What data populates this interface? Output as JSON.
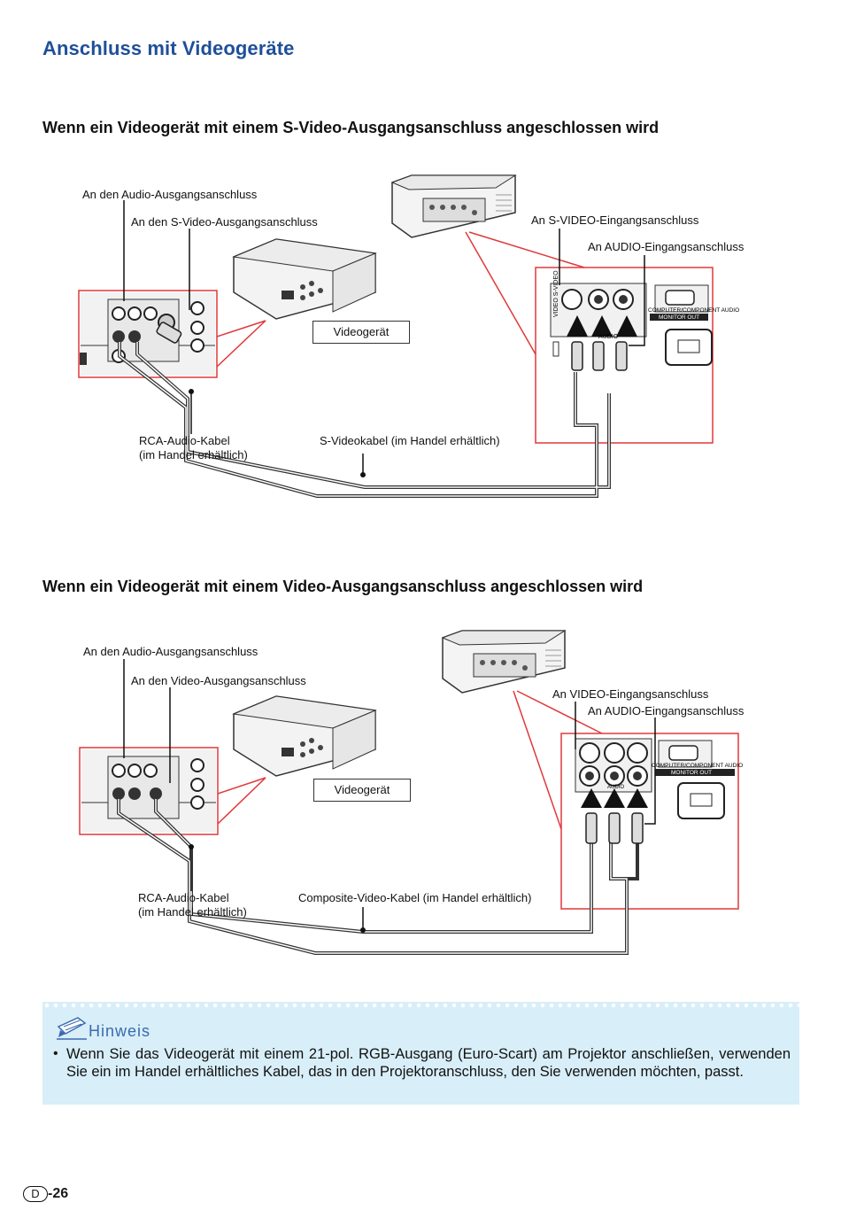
{
  "page": {
    "title": "Anschluss mit Videogeräte",
    "page_letter": "D",
    "page_number": "-26"
  },
  "section1": {
    "heading": "Wenn ein Videogerät mit einem S-Video-Ausgangsanschluss angeschlossen wird",
    "labels": {
      "audio_out": "An den Audio-Ausgangsanschluss",
      "video_out": "An den S-Video-Ausgangsanschluss",
      "video_in": "An S-VIDEO-Eingangsanschluss",
      "audio_in": "An AUDIO-Eingangsanschluss",
      "device": "Videogerät",
      "rca_cable_1": "RCA-Audio-Kabel",
      "rca_cable_2": "(im Handel erhältlich)",
      "video_cable": "S-Videokabel (im Handel erhältlich)"
    },
    "panel_text": {
      "vert": "VIDEO S-VIDEO",
      "computer": "COMPUTER/COMPONENT  AUDIO",
      "monitor": "MONITOR OUT",
      "audio": "AUDIO"
    }
  },
  "section2": {
    "heading": "Wenn ein Videogerät mit einem Video-Ausgangsanschluss angeschlossen wird",
    "labels": {
      "audio_out": "An den Audio-Ausgangsanschluss",
      "video_out": "An den Video-Ausgangsanschluss",
      "video_in": "An VIDEO-Eingangsanschluss",
      "audio_in": "An AUDIO-Eingangsanschluss",
      "device": "Videogerät",
      "rca_cable_1": "RCA-Audio-Kabel",
      "rca_cable_2": "(im Handel erhältlich)",
      "video_cable": "Composite-Video-Kabel (im Handel erhältlich)"
    },
    "panel_text": {
      "computer": "COMPUTER/COMPONENT  AUDIO",
      "monitor": "MONITOR OUT",
      "audio": "AUDIO"
    }
  },
  "note": {
    "title": "Hinweis",
    "text": "Wenn Sie das Videogerät mit einem 21-pol. RGB-Ausgang (Euro-Scart) am Projektor anschließen, verwenden Sie ein im Handel erhältliches Kabel, das in den Projektoranschluss, den Sie verwenden möchten, passt."
  },
  "colors": {
    "title_blue": "#1f4f9a",
    "callout_red": "#e0393a",
    "note_bg": "#d8eef8",
    "note_title": "#3a6ab0"
  },
  "icons": {
    "note_icon": "pencil-note-icon"
  }
}
